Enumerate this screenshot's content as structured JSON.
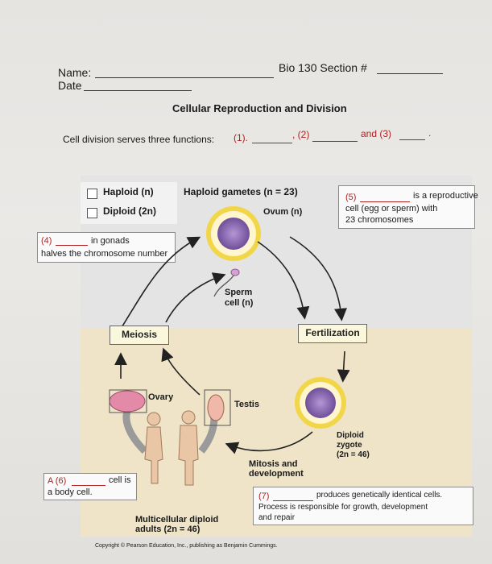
{
  "header": {
    "name_label": "Name:",
    "date_label": "Date",
    "section_label": "Bio 130 Section #"
  },
  "title": "Cellular Reproduction and Division",
  "functions": {
    "prefix": "Cell division serves three functions:",
    "blank1": "(1).",
    "blank2": ", (2)",
    "blank3": "and (3)",
    "end": "."
  },
  "figure": {
    "legend": {
      "haploid": "Haploid (n)",
      "diploid": "Diploid (2n)"
    },
    "haploid_gametes": "Haploid gametes (n = 23)",
    "ovum": "Ovum (n)",
    "sperm": "Sperm\ncell (n)",
    "meiosis": "Meiosis",
    "fertilization": "Fertilization",
    "ovary": "Ovary",
    "testis": "Testis",
    "zygote": "Diploid\nzygote\n(2n = 46)",
    "mitosis": "Mitosis and\ndevelopment",
    "adults": "Multicellular diploid\nadults (2n = 46)",
    "copyright": "Copyright © Pearson Education, Inc., publishing as Benjamin Cummings."
  },
  "callouts": {
    "c4_num": "(4)",
    "c4_a": "in gonads",
    "c4_b": "halves the chromosome number",
    "c5_num": "(5)",
    "c5_a": "is a reproductive",
    "c5_b": "cell (egg or sperm) with",
    "c5_c": "23 chromosomes",
    "c6_num": "A (6)",
    "c6_a": "cell is",
    "c6_b": "a body cell.",
    "c7_num": "(7)",
    "c7_a": "produces genetically identical cells.",
    "c7_b": "Process is responsible for growth, development",
    "c7_c": "and repair"
  },
  "colors": {
    "blank_red": "#b02020",
    "meiosis_zone": "#efe4c8",
    "ovum_fill": "#8c6bb0",
    "egg_ring": "#f2d64a"
  }
}
